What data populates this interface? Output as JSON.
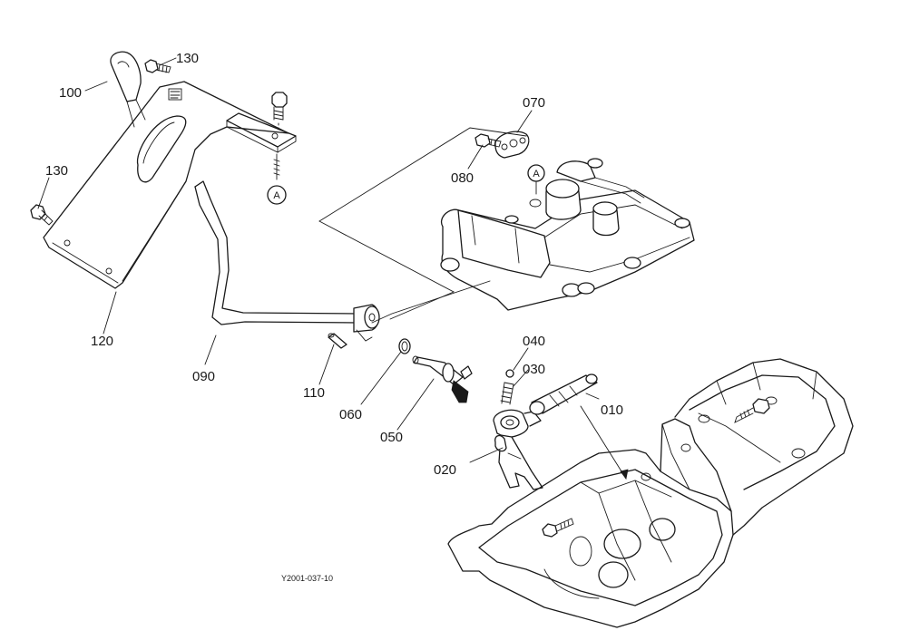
{
  "parts": {
    "p010": "010",
    "p020": "020",
    "p030": "030",
    "p040": "040",
    "p050": "050",
    "p060": "060",
    "p070": "070",
    "p080": "080",
    "p090": "090",
    "p100": "100",
    "p110": "110",
    "p120": "120",
    "p130a": "130",
    "p130b": "130"
  },
  "ref_marks": {
    "a1": "A",
    "a2": "A"
  },
  "drawing_code": "Y2001-037-10"
}
